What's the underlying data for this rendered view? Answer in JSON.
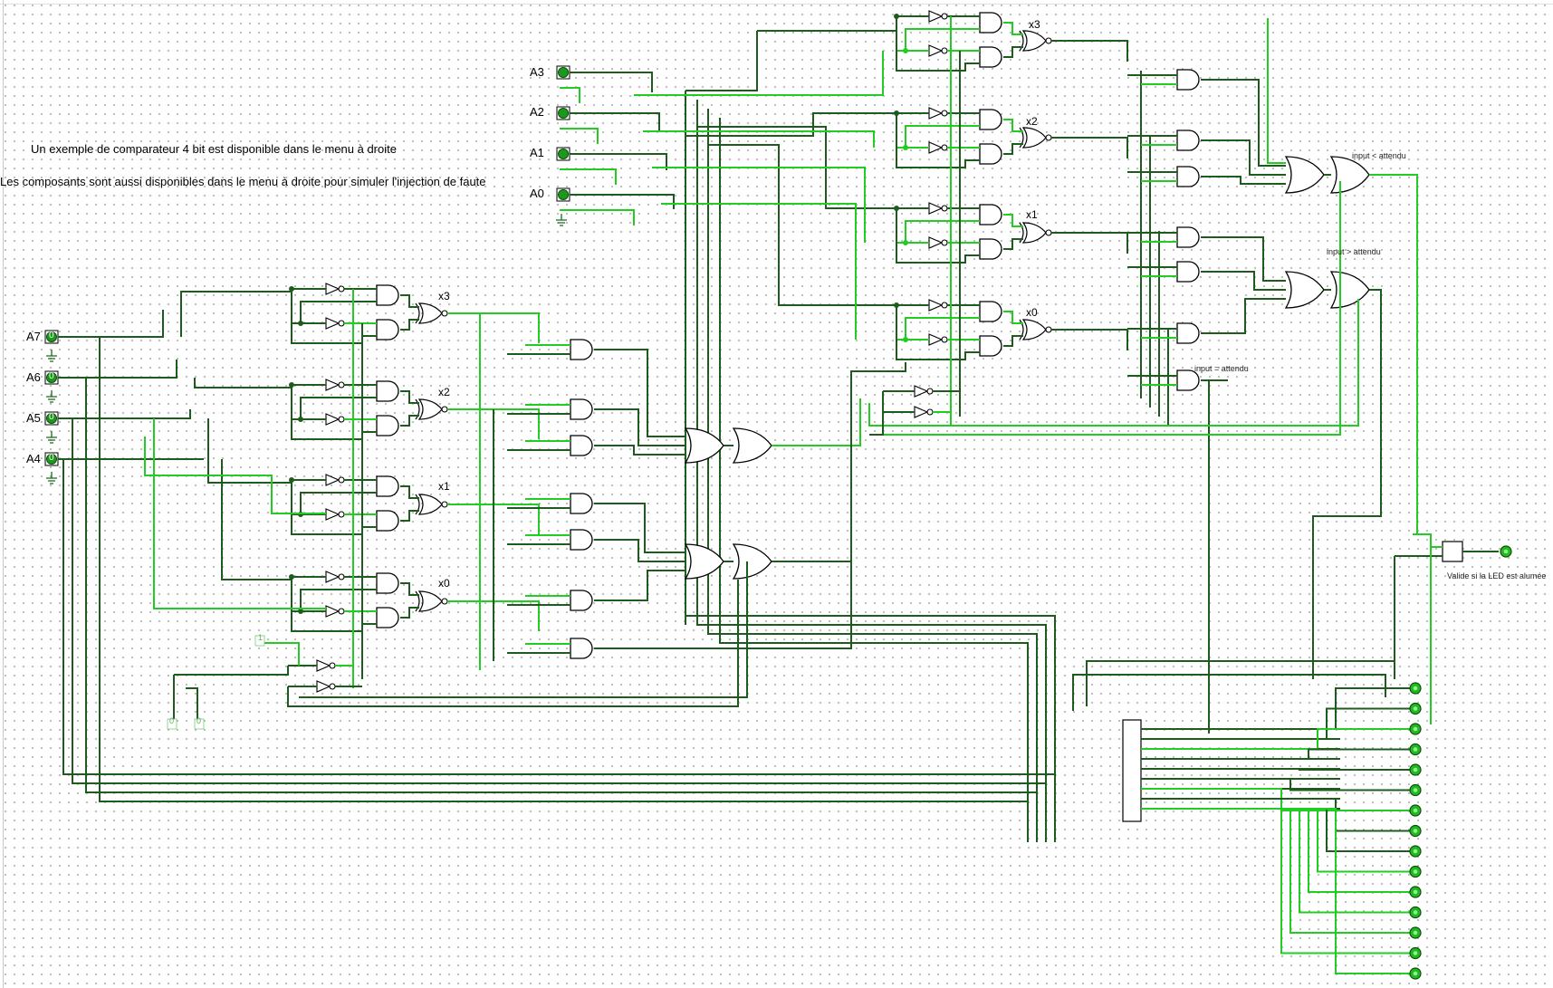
{
  "texts": {
    "info_line1": "Un exemple de comparateur 4 bit est disponible dans le menu à droite",
    "info_line2": "Les composants sont aussi disponibles dans le menu à droite pour simuler l'injection de faute"
  },
  "input_pins": {
    "top": [
      "A3",
      "A2",
      "A1",
      "A0"
    ],
    "left": [
      "A7",
      "A6",
      "A5",
      "A4"
    ]
  },
  "pin_value": "0",
  "gate_labels": [
    "x3",
    "x2",
    "x1",
    "x0"
  ],
  "output_labels": {
    "lt": "input < attendu",
    "gt": "input > attendu",
    "eq": "input = attendu",
    "valid": "Valide si la LED est alumée"
  },
  "constants": {
    "one": "1",
    "zero_a": "0",
    "zero_b": "0"
  },
  "colors": {
    "wire_off": "#1e5c1e",
    "wire_on": "#22cc22",
    "pin_fill": "#1a9a1a",
    "led_fill": "#22b822"
  },
  "led_count": 15
}
